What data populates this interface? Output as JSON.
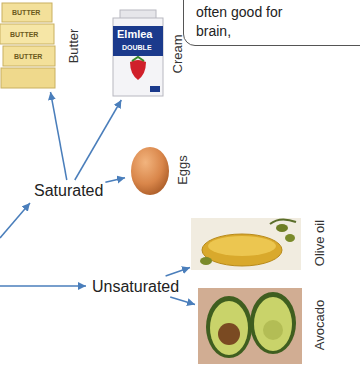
{
  "diagram": {
    "nodes": [
      {
        "text": [
          "often good for brain,"
        ]
      },
      {
        "text": [
          "Butter"
        ]
      },
      {
        "text": [
          "Cream"
        ]
      },
      {
        "text": [
          "Saturated"
        ]
      },
      {
        "text": [
          "Eggs"
        ]
      },
      {
        "text": [
          "Olive oil"
        ]
      },
      {
        "text": [
          "Unsaturated"
        ]
      },
      {
        "text": [
          "Avocado"
        ]
      }
    ],
    "edges": [
      {
        "from": 3,
        "to": 1,
        "arrow": "to"
      },
      {
        "from": 3,
        "to": 2,
        "arrow": "to"
      },
      {
        "from": 3,
        "to": 4,
        "arrow": "to"
      },
      {
        "from": 6,
        "to": 5,
        "arrow": "to"
      },
      {
        "from": 6,
        "to": 7,
        "arrow": "to"
      }
    ],
    "labels": [
      "BUTTER",
      "BUTTER",
      "BUTTER",
      "Elmlea",
      "DOUBLE"
    ]
  }
}
